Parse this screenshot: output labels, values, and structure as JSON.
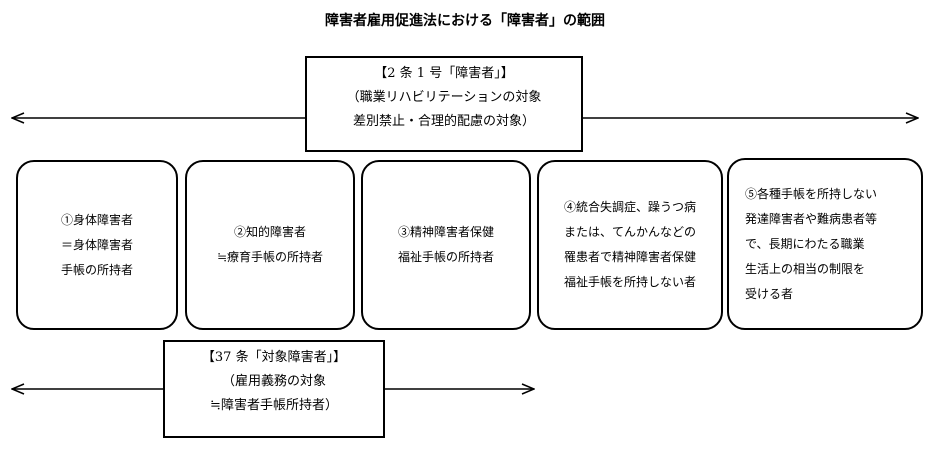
{
  "title": "障害者雇用促進法における「障害者」の範囲",
  "top_box": {
    "lines": [
      "【2 条 1 号「障害者」】",
      "（職業リハビリテーションの対象",
      "差別禁止・合理的配慮の対象）"
    ]
  },
  "categories": [
    {
      "lines": [
        "①身体障害者",
        "＝身体障害者",
        "手帳の所持者"
      ]
    },
    {
      "lines": [
        "②知的障害者",
        "≒療育手帳の所持者"
      ]
    },
    {
      "lines": [
        "③精神障害者保健",
        "福祉手帳の所持者"
      ]
    },
    {
      "lines": [
        "④統合失調症、躁うつ病",
        "または、てんかんなどの",
        "罹患者で精神障害者保健",
        "福祉手帳を所持しない者"
      ]
    },
    {
      "lines": [
        "⑤各種手帳を所持しない",
        "発達障害者や難病患者等",
        "で、長期にわたる職業",
        "生活上の相当の制限を",
        "受ける者"
      ]
    }
  ],
  "bottom_box": {
    "lines": [
      "【37 条「対象障害者」】",
      "（雇用義務の対象",
      "≒障害者手帳所持者）"
    ]
  }
}
